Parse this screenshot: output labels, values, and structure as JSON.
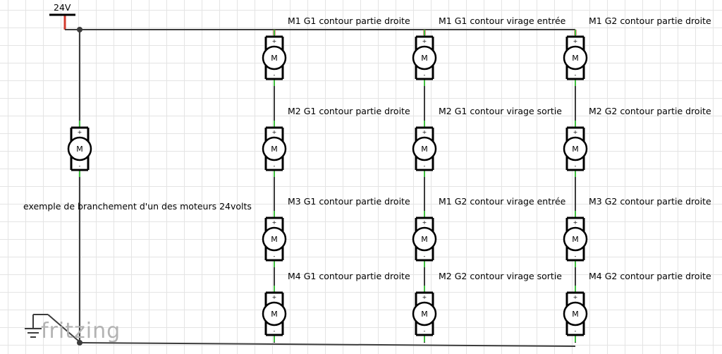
{
  "supply": {
    "voltage_label": "24V"
  },
  "example": {
    "note": "exemple de branchement d'un des moteurs 24volts"
  },
  "brand": {
    "text": "fritzing"
  },
  "motor_symbol": {
    "letter": "M",
    "plus": "+",
    "minus": "-"
  },
  "wire_colors": {
    "wire": "#3c3c3c",
    "positive": "#d33a2c",
    "pin": "#3fbf3f"
  },
  "motors": {
    "c1r1": "M1 G1 contour partie droite",
    "c2r1": "M1 G1 contour virage entrée",
    "c3r1": "M1 G2 contour partie droite",
    "c1r2": "M2 G1 contour partie droite",
    "c2r2": "M2 G1 contour virage sortie",
    "c3r2": "M2 G2 contour partie droite",
    "c1r3": "M3 G1 contour partie droite",
    "c2r3": "M1 G2 contour virage entrée",
    "c3r3": "M3 G2 contour partie droite",
    "c1r4": "M4 G1 contour partie droite",
    "c2r4": "M2 G2 contour virage sortie",
    "c3r4": "M4 G2 contour partie droite"
  }
}
